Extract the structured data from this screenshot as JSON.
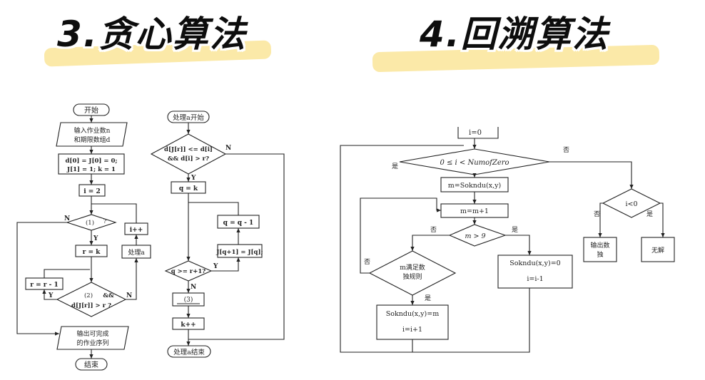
{
  "titles": {
    "greedy": "3.贪心算法",
    "backtrack": "4.回溯算法"
  },
  "greedy": {
    "start": "开始",
    "input_l1": "输入作业数n",
    "input_l2": "和期限数组d",
    "init_l1": "d[0] = J[0] = 0;",
    "init_l2": "J[1] = 1; k = 1",
    "i2": "i = 2",
    "cond1": "(1)",
    "cond1_q": "?",
    "rk": "r = k",
    "rr1": "r = r - 1",
    "cond2_l1": "(2)",
    "cond2_and": "&&",
    "cond2_l2": "d[J[r]] > r ?",
    "ipp": "i++",
    "proc": "处理a",
    "output_l1": "输出可完成",
    "output_l2": "的作业序列",
    "end": "结束",
    "y": "Y",
    "n": "N"
  },
  "process": {
    "start": "处理a开始",
    "cond_l1": "d[J[r]] <= d[i]",
    "cond_l2": "&& d[i] > r?",
    "qk": "q = k",
    "qq1": "q = q - 1",
    "jq": "J[q+1] = J[q];",
    "cond2": "q >= r+1?",
    "step3": "(3)",
    "kpp": "k++",
    "end": "处理a结束",
    "y": "Y",
    "n": "N"
  },
  "backtrack": {
    "i0": "i=0",
    "cond_main": "0 ≤ i < NumofZero",
    "yes": "是",
    "no": "否",
    "m_assign": "m=Sokndu(x,y)",
    "m_inc": "m=m+1",
    "m_gt9": "m > 9",
    "m_ok_l1": "m满足数",
    "m_ok_l2": "独规则",
    "set_l1": "Sokndu(x,y)=m",
    "set_l2": "i=i+1",
    "reset_l1": "Sokndu(x,y)=0",
    "reset_l2": "i=i-1",
    "ilt0": "i<0",
    "out_l1": "输出数",
    "out_l2": "独",
    "nosol": "无解"
  }
}
